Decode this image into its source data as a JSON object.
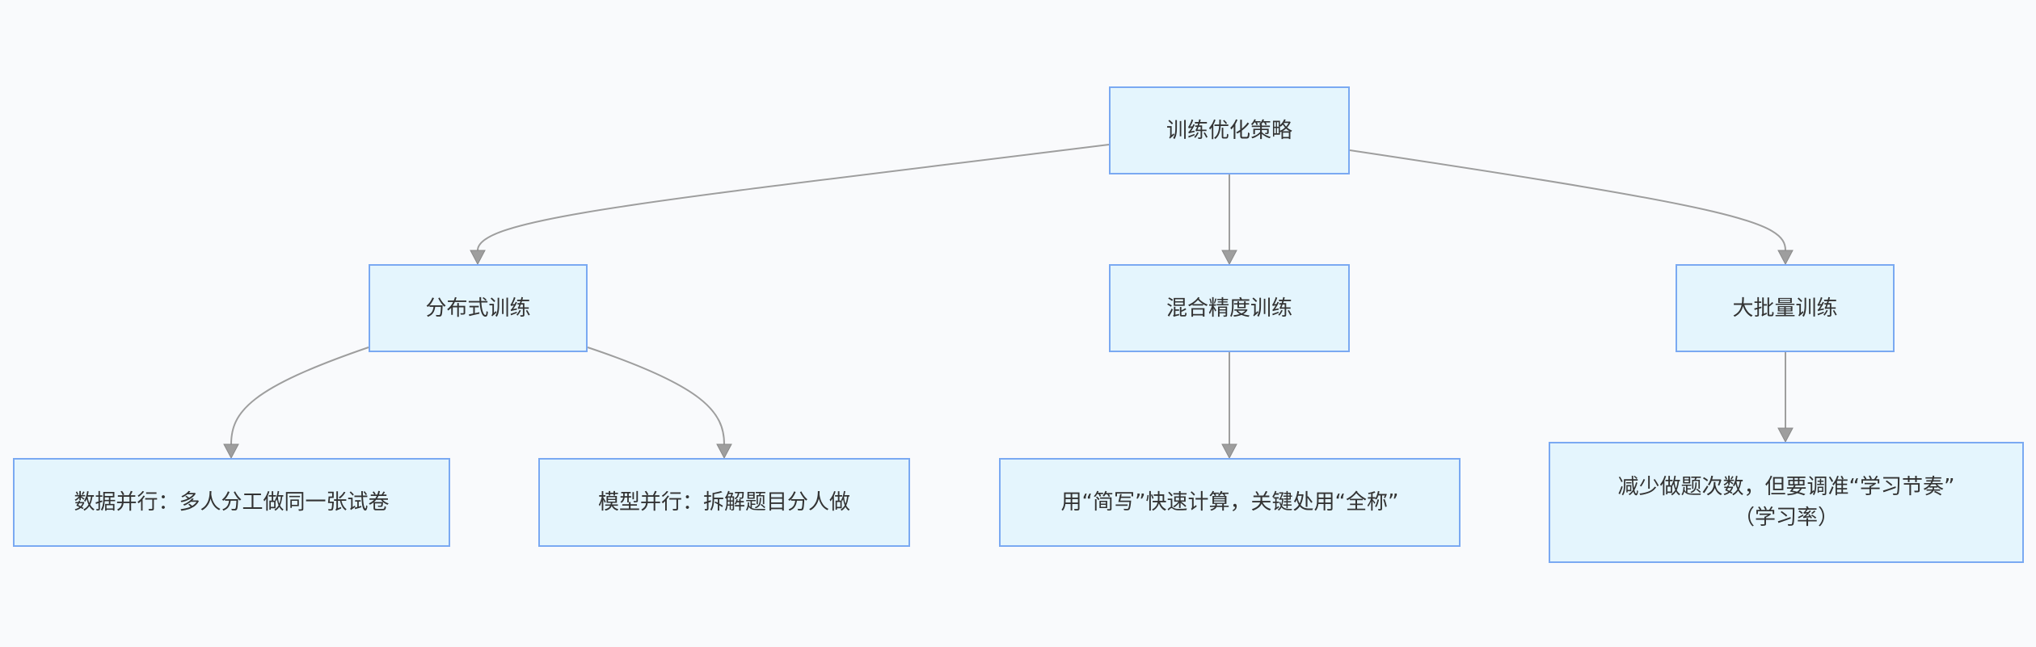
{
  "diagram": {
    "root": {
      "label": "训练优化策略"
    },
    "distributed": {
      "label": "分布式训练"
    },
    "mixed_precision": {
      "label": "混合精度训练"
    },
    "large_batch": {
      "label": "大批量训练"
    },
    "data_parallel": {
      "label": "数据并行：多人分工做同一张试卷"
    },
    "model_parallel": {
      "label": "模型并行：拆解题目分人做"
    },
    "fp_note": {
      "label": "用“简写”快速计算，关键处用“全称”"
    },
    "lr_note": {
      "line1": "减少做题次数，但要调准“学习节奏”",
      "line2": "（学习率）"
    }
  },
  "colors": {
    "background": "#f9fafc",
    "node_fill": "#e4f5fd",
    "node_border": "#7aa9f2",
    "edge": "#9e9e9e",
    "text": "#333333"
  }
}
